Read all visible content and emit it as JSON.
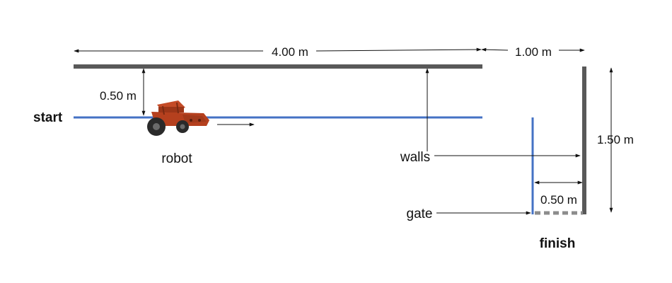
{
  "labels": {
    "start": "start",
    "finish": "finish",
    "robot": "robot",
    "walls": "walls",
    "gate": "gate"
  },
  "dimensions": {
    "track_length": "4.00 m",
    "gap_length": "1.00 m",
    "wall_offset": "0.50 m",
    "finish_height": "1.50 m",
    "gate_width": "0.50 m"
  },
  "colors": {
    "wall": "#595959",
    "path": "#4472c4",
    "robot_body": "#b5401e",
    "robot_wheel": "#2a2a2a",
    "arrow": "#111111",
    "text": "#111111"
  }
}
